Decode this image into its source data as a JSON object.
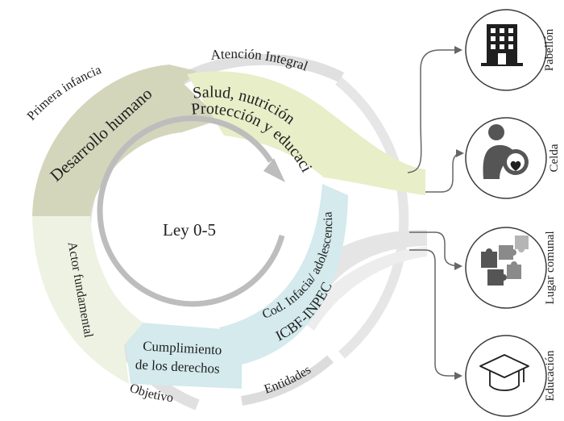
{
  "center": {
    "label": "Ley 0-5"
  },
  "outer_ring": {
    "top_label": "Atención Integral",
    "left_label": "Primera infancia",
    "bottom_left_label": "Objetivo",
    "bottom_right_label": "Entidades"
  },
  "segments": {
    "human_development": "Desarrollo humano",
    "health_line1": "Salud, nutrición",
    "health_line2": "Protección y educación",
    "code_line1": "Cod. Infacia/ adolescencia",
    "code_line2": "ICBF-INPEC",
    "rights_line1": "Cumplimiento",
    "rights_line2": "de los derechos",
    "actor": "Actor fundamental"
  },
  "places": [
    {
      "label": "Pabellón",
      "icon": "building-icon"
    },
    {
      "label": "Celda",
      "icon": "mother-child-icon"
    },
    {
      "label": "Lugar comunal",
      "icon": "puzzle-icon"
    },
    {
      "label": "Educación",
      "icon": "graduation-cap-icon"
    }
  ],
  "colors": {
    "olive": "#d4d6bb",
    "lime": "#e8eec8",
    "teal": "#d4eaed",
    "pale_green": "#eef2e2",
    "ring_gray": "#e0e0e0",
    "inner_ring": "#bdbdbd",
    "icon_dark": "#555555"
  }
}
